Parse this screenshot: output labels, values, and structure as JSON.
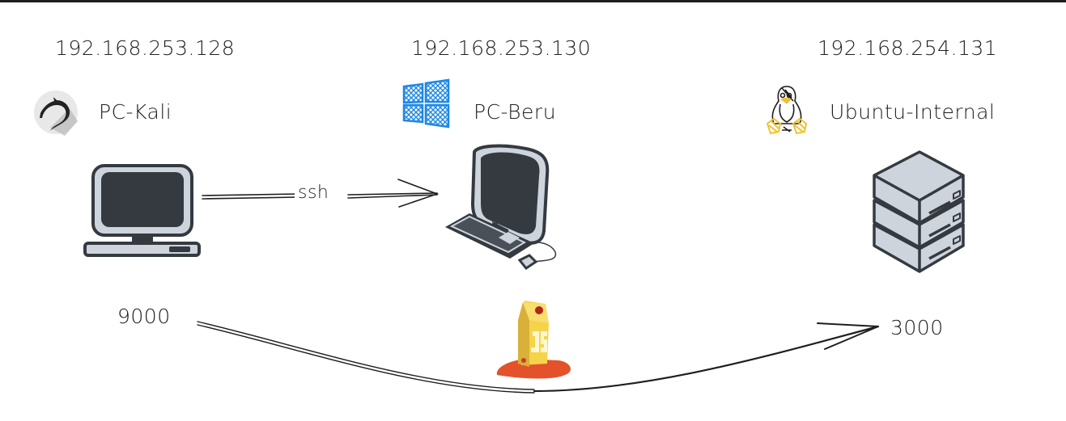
{
  "diagram": {
    "nodes": [
      {
        "id": "pc-kali",
        "ip": "192.168.253.128",
        "name": "PC-Kali",
        "os_icon": "kali-dragon-icon",
        "device_icon": "desktop-computer-icon"
      },
      {
        "id": "pc-beru",
        "ip": "192.168.253.130",
        "name": "PC-Beru",
        "os_icon": "windows-logo-icon",
        "device_icon": "workstation-computer-icon"
      },
      {
        "id": "ubuntu-internal",
        "ip": "192.168.254.131",
        "name": "Ubuntu-Internal",
        "os_icon": "linux-tux-icon",
        "device_icon": "server-stack-icon"
      }
    ],
    "edges": [
      {
        "from": "pc-kali",
        "to": "pc-beru",
        "label": "ssh"
      },
      {
        "from": "port-9000",
        "to": "port-3000",
        "via_icon": "javascript-carton-icon"
      }
    ],
    "ports": {
      "source": "9000",
      "target": "3000"
    }
  },
  "colors": {
    "stroke": "#1e1e1e",
    "device_fill": "#ced4dc",
    "device_dark": "#343a40",
    "windows_blue": "#1e88e5",
    "tux_yellow": "#f2c12e",
    "js_yellow": "#f5d34a",
    "js_red": "#e3522b"
  }
}
